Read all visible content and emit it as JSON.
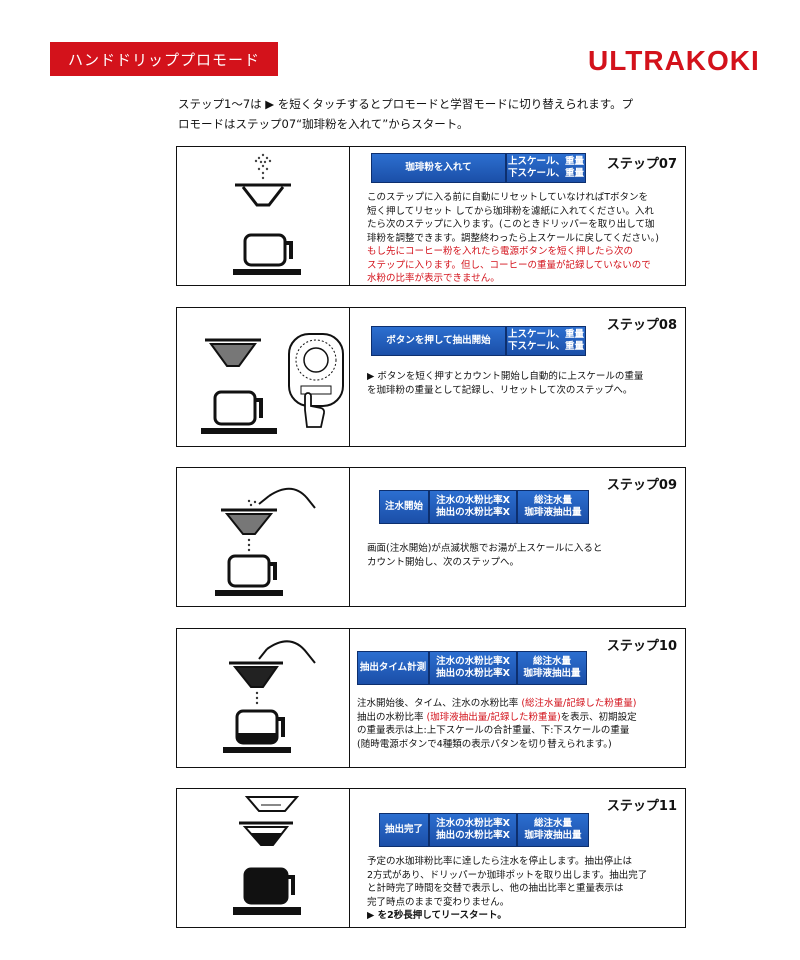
{
  "header": {
    "title": "ハンドドリッププロモード",
    "logo": "ULTRAKOKI"
  },
  "intro": {
    "line1": "ステップ1～7は ▶ を短くタッチするとプロモードと学習モードに切り替えられます。プ",
    "line2": "ロモードはステップ07“珈琲粉を入れて”からスタート。"
  },
  "steps": [
    {
      "label": "ステップ07",
      "lcd": [
        "珈琲粉を入れて",
        "上スケール、重量\n下スケール、重量"
      ],
      "desc": [
        "このステップに入る前に自動にリセットしていなければTボタンを",
        "短く押してリセット してから珈琲粉を濾紙に入れてください。入れ",
        "たら次のステップに入ります。(このときドリッパーを取り出して珈",
        "琲粉を調整できます。調整終わったら上スケールに戻してください。)"
      ],
      "red": [
        "もし先にコーヒー粉を入れたら電源ボタンを短く押したら次の",
        "ステップに入ります。但し、コーヒーの重量が記録していないので",
        "水粉の比率が表示できません。"
      ]
    },
    {
      "label": "ステップ08",
      "lcd": [
        "ボタンを押して抽出開始",
        "上スケール、重量\n下スケール、重量"
      ],
      "desc": [
        "▶ ボタンを短く押すとカウント開始し自動的に上スケールの重量",
        "を珈琲粉の重量として記録し、リセットして次のステップへ。"
      ]
    },
    {
      "label": "ステップ09",
      "lcd": [
        "注水開始",
        "注水の水粉比率X\n抽出の水粉比率X",
        "総注水量\n珈琲液抽出量"
      ],
      "desc": [
        "画面(注水開始)が点滅状態でお湯が上スケールに入ると",
        "カウント開始し、次のステップへ。"
      ]
    },
    {
      "label": "ステップ10",
      "lcd": [
        "抽出タイム計測",
        "注水の水粉比率X\n抽出の水粉比率X",
        "総注水量\n珈琲液抽出量"
      ],
      "desc1a": "注水開始後、タイム、注水の水粉比率 ",
      "desc1b": "(総注水量/記録した粉重量)",
      "desc2a": "抽出の水粉比率 ",
      "desc2b": "(珈琲液抽出量/記録した粉重量)",
      "desc2c": "を表示、初期設定",
      "desc": [
        "の重量表示は上:上下スケールの合計重量、下:下スケールの重量",
        "(随時電源ボタンで4種類の表示パタンを切り替えられます。)"
      ]
    },
    {
      "label": "ステップ11",
      "lcd": [
        "抽出完了",
        "注水の水粉比率X\n抽出の水粉比率X",
        "総注水量\n珈琲液抽出量"
      ],
      "desc": [
        "予定の水珈琲粉比率に達したら注水を停止します。抽出停止は",
        "2方式があり、ドリッパーか珈琲ポットを取り出します。抽出完了",
        "と計時完了時間を交替で表示し、他の抽出比率と重量表示は",
        "完了時点のままで変わりません。"
      ],
      "last": "▶ を2秒長押してリースタート。"
    }
  ],
  "colors": {
    "brand_red": "#d3121b",
    "lcd_blue": "#1b4fa8"
  }
}
